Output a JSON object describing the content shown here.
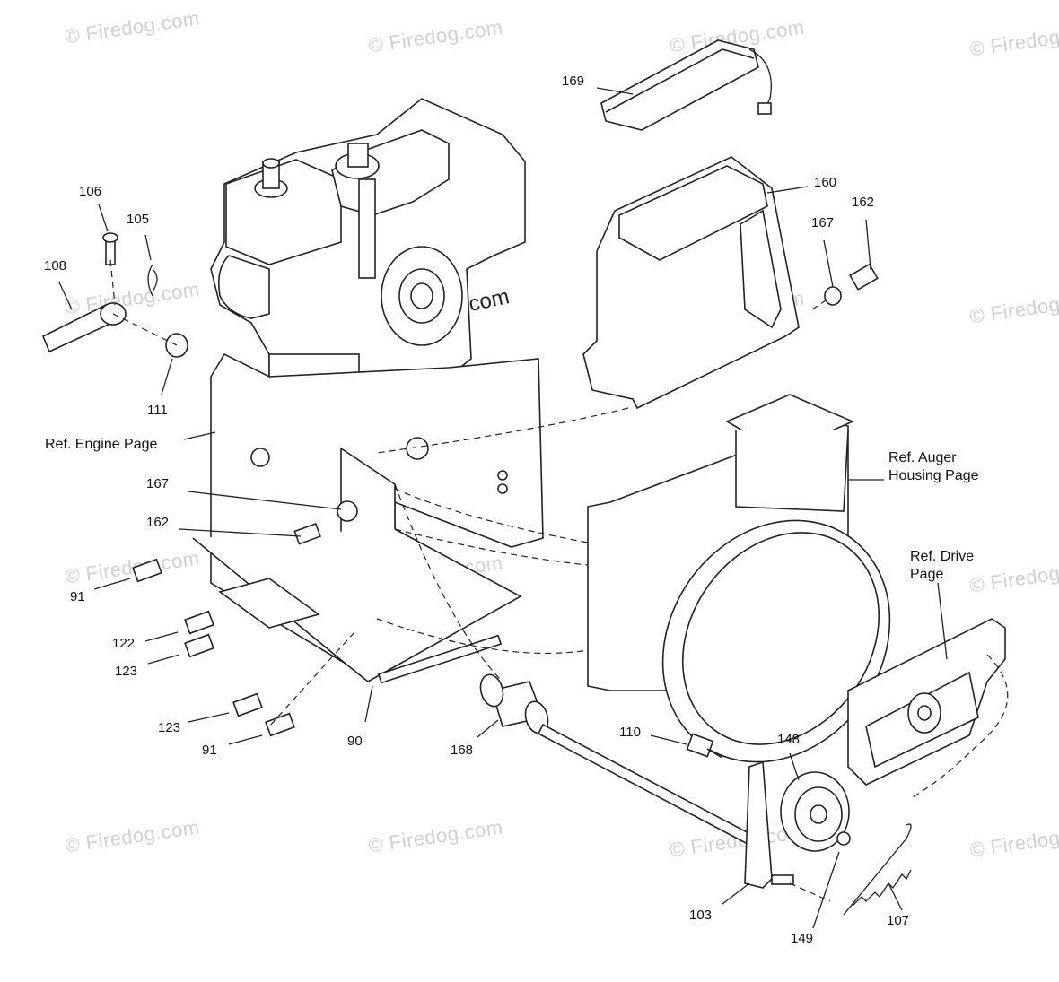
{
  "watermark": {
    "text": "© Firedog.com"
  },
  "callouts": {
    "c169": "169",
    "c160": "160",
    "c162a": "162",
    "c167a": "167",
    "c106": "106",
    "c105": "105",
    "c108": "108",
    "c111": "111",
    "c167b": "167",
    "c162b": "162",
    "c91a": "91",
    "c122": "122",
    "c123a": "123",
    "c123b": "123",
    "c91b": "91",
    "c90": "90",
    "c168": "168",
    "c110": "110",
    "c148": "148",
    "c103": "103",
    "c149": "149",
    "c107": "107"
  },
  "references": {
    "engine": "Ref. Engine Page",
    "auger_line1": "Ref. Auger",
    "auger_line2": "Housing Page",
    "drive_line1": "Ref. Drive",
    "drive_line2": "Page"
  }
}
